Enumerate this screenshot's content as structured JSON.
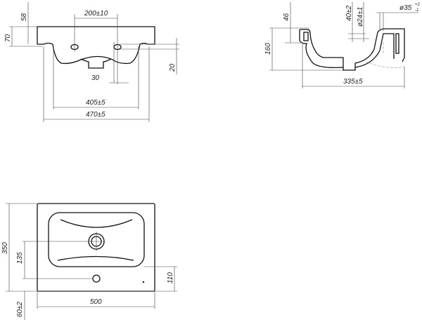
{
  "front_view": {
    "d_58": "58",
    "d_70": "70",
    "d_200": "200±10",
    "d_20": "20",
    "d_30": "30",
    "d_405": "405±5",
    "d_470": "470±5"
  },
  "side_view": {
    "d_46": "46",
    "d_40": "40±2",
    "d_24": "ø24±1",
    "d_35": "ø35",
    "d_35_tol_plus": "+2",
    "d_35_tol_minus": "-1",
    "d_160": "160",
    "d_335": "335±5"
  },
  "top_view": {
    "d_350": "350",
    "d_135": "135",
    "d_110": "110",
    "d_500": "500",
    "d_60": "60±2"
  }
}
